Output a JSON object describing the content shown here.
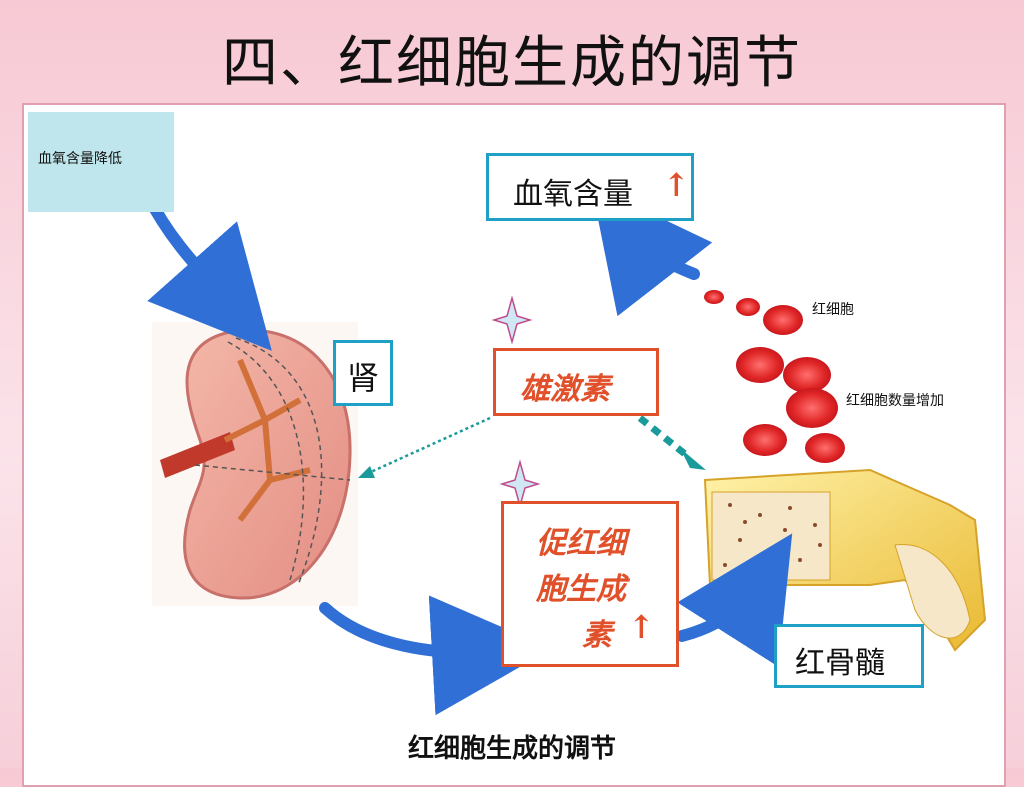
{
  "title": "四、红细胞生成的调节",
  "nodes": {
    "oxygen_low": "血氧含量降低",
    "oxygen_level": "血氧含量",
    "kidney": "肾",
    "androgen": "雄激素",
    "epo_line1": "促红细",
    "epo_line2": "胞生成",
    "epo_line3": "素",
    "bone_marrow": "红骨髓",
    "rbc": "红细胞",
    "rbc_increase": "红细胞数量增加"
  },
  "bottom_caption": "红细胞生成的调节",
  "up_arrow": "↑",
  "colors": {
    "accent_blue": "#1fa0c7",
    "accent_red": "#e0502a",
    "arrow_blue": "#2f6fd6",
    "teal_dotted": "#1a9a9a"
  }
}
